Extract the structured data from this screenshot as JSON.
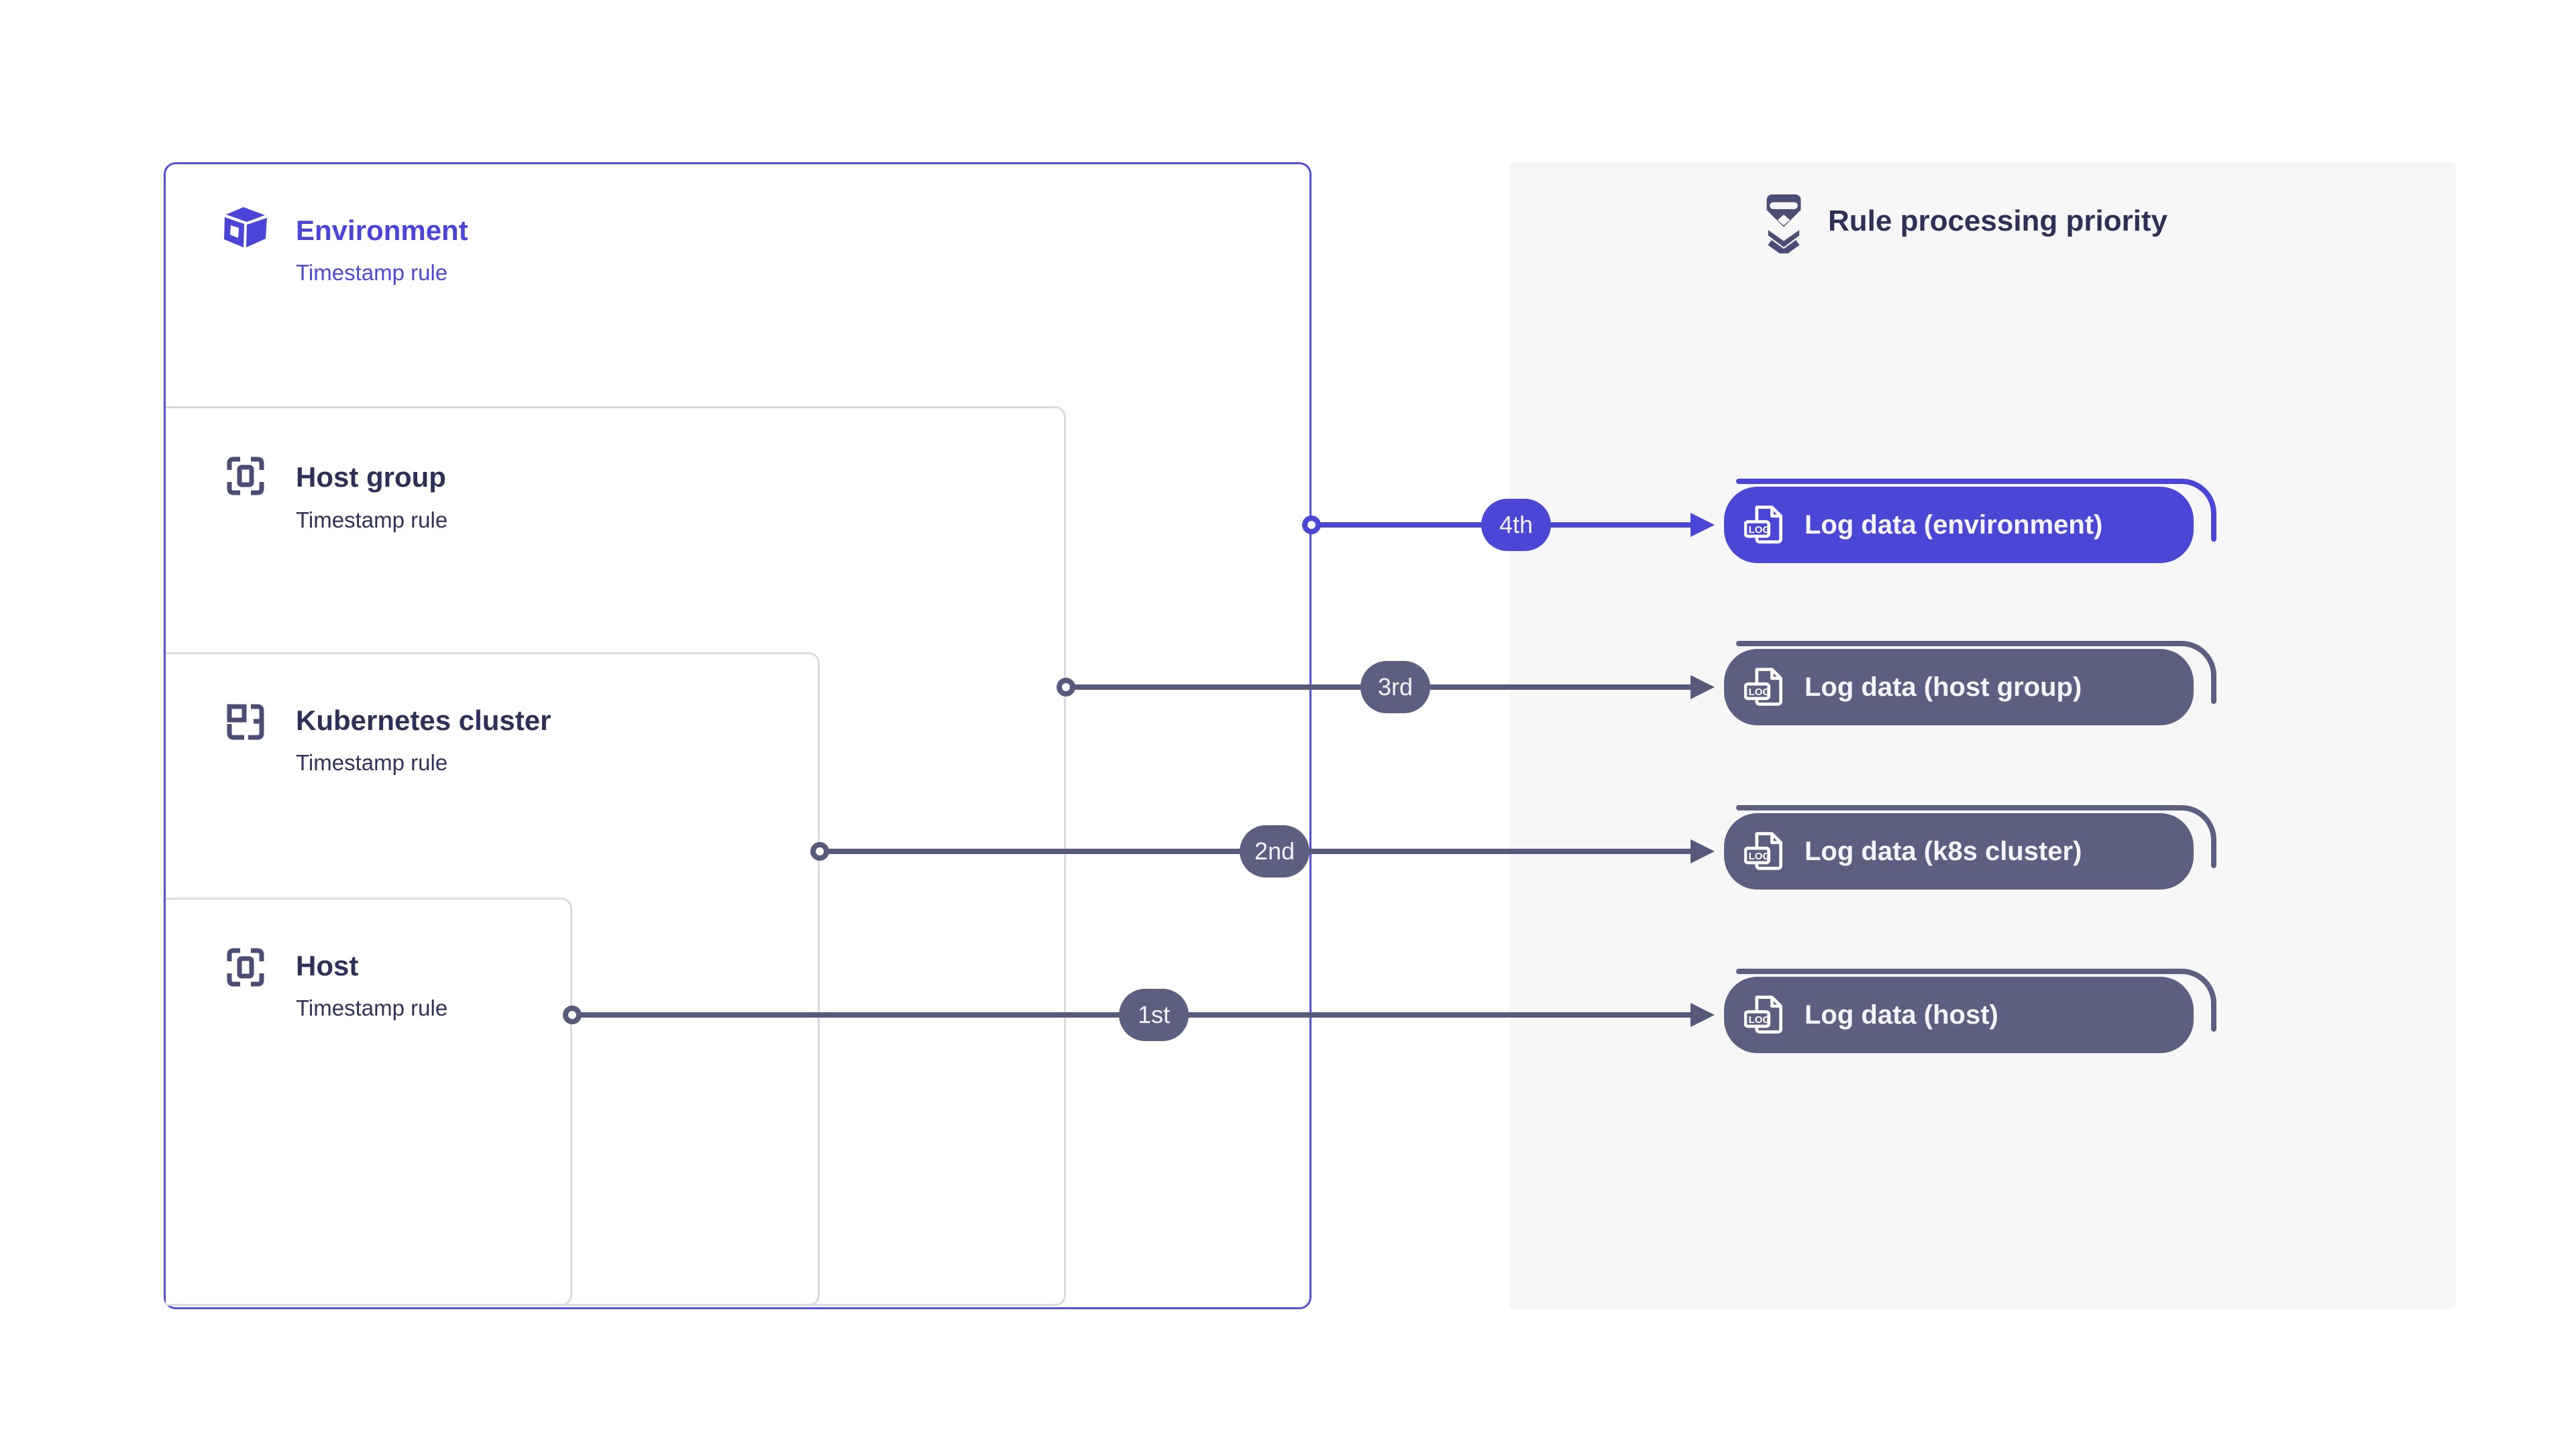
{
  "scopes": [
    {
      "title": "Environment",
      "subtitle": "Timestamp rule"
    },
    {
      "title": "Host group",
      "subtitle": "Timestamp rule"
    },
    {
      "title": "Kubernetes cluster",
      "subtitle": "Timestamp rule"
    },
    {
      "title": "Host",
      "subtitle": "Timestamp rule"
    }
  ],
  "panel": {
    "title": "Rule processing priority"
  },
  "flows": [
    {
      "order": "1st",
      "label": "Log data (host)"
    },
    {
      "order": "2nd",
      "label": "Log data (k8s cluster)"
    },
    {
      "order": "3rd",
      "label": "Log data (host group)"
    },
    {
      "order": "4th",
      "label": "Log data (environment)"
    }
  ],
  "log_icon_text": "LOG",
  "colors": {
    "indigo": "#4a46d6",
    "indigo_border": "#544ede",
    "slate": "#5d5f80",
    "slate_line": "#585a7c",
    "navy_text": "#2e3057",
    "nested_border": "#d9dae3",
    "panel_bg": "#f7f7f8"
  }
}
